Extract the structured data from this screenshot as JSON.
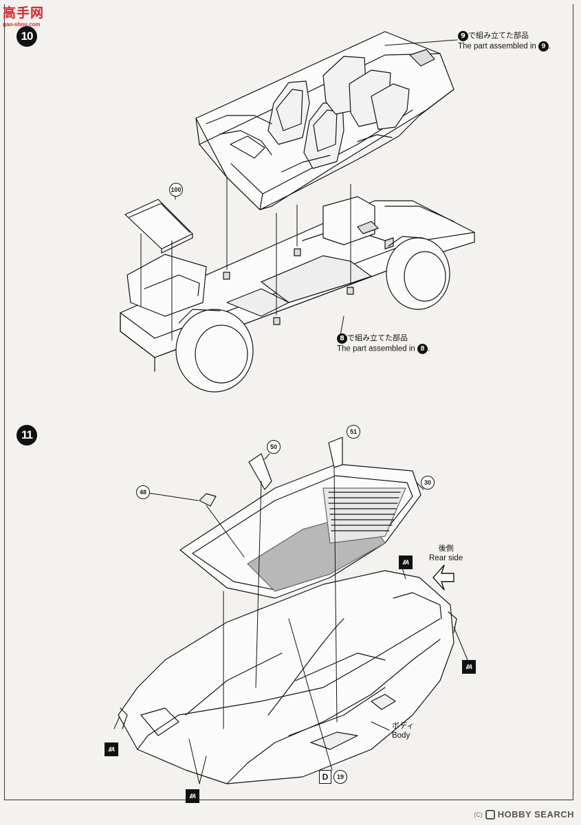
{
  "watermark_top": {
    "logo_text": "高手网",
    "url": "gao-shou.com"
  },
  "step10": {
    "number": "10",
    "callout_top": {
      "ref": "9",
      "jp": "で組み立てた部品",
      "en_prefix": "The part assembled in",
      "en_suffix": "."
    },
    "callout_bottom": {
      "ref": "8",
      "jp": "で組み立てた部品",
      "en_prefix": "The part assembled in",
      "en_suffix": "."
    },
    "parts": [
      "100"
    ]
  },
  "step11": {
    "number": "11",
    "parts": [
      "48",
      "50",
      "51",
      "30"
    ],
    "rear_label": {
      "jp": "後側",
      "en": "Rear side"
    },
    "body_label": {
      "jp": "ボディ",
      "en": "Body"
    },
    "paint_code": {
      "letter": "D",
      "number": "19"
    },
    "paint_chip_mark": "//A"
  },
  "watermark_bottom": {
    "copyright": "(C)",
    "brand": "HOBBY SEARCH"
  },
  "colors": {
    "ink": "#111111",
    "paper": "#f4f2ef",
    "logo_red": "#d4262c",
    "floor_gray": "#b8b8b8"
  }
}
